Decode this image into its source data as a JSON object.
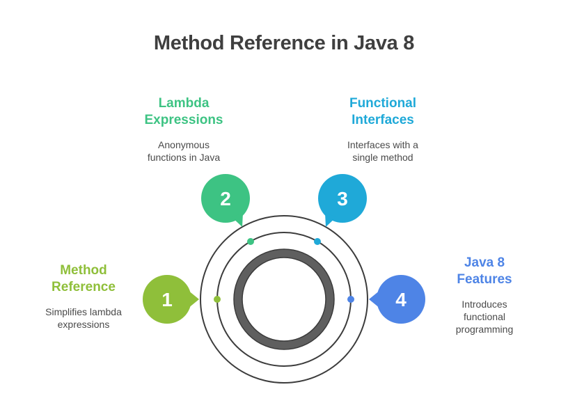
{
  "title": "Method Reference in Java 8",
  "colors": {
    "item1": "#8fbf3a",
    "item2": "#3dc383",
    "item3": "#1fa9d8",
    "item4": "#4e84e6",
    "ring": "#3c3c3c",
    "core": "#5f5f5f"
  },
  "items": [
    {
      "number": "1",
      "heading_line1": "Method",
      "heading_line2": "Reference",
      "desc_line1": "Simplifies lambda",
      "desc_line2": "expressions",
      "desc_line3": ""
    },
    {
      "number": "2",
      "heading_line1": "Lambda",
      "heading_line2": "Expressions",
      "desc_line1": "Anonymous",
      "desc_line2": "functions in Java",
      "desc_line3": ""
    },
    {
      "number": "3",
      "heading_line1": "Functional",
      "heading_line2": "Interfaces",
      "desc_line1": "Interfaces with a",
      "desc_line2": "single method",
      "desc_line3": ""
    },
    {
      "number": "4",
      "heading_line1": "Java 8",
      "heading_line2": "Features",
      "desc_line1": "Introduces",
      "desc_line2": "functional",
      "desc_line3": "programming"
    }
  ]
}
